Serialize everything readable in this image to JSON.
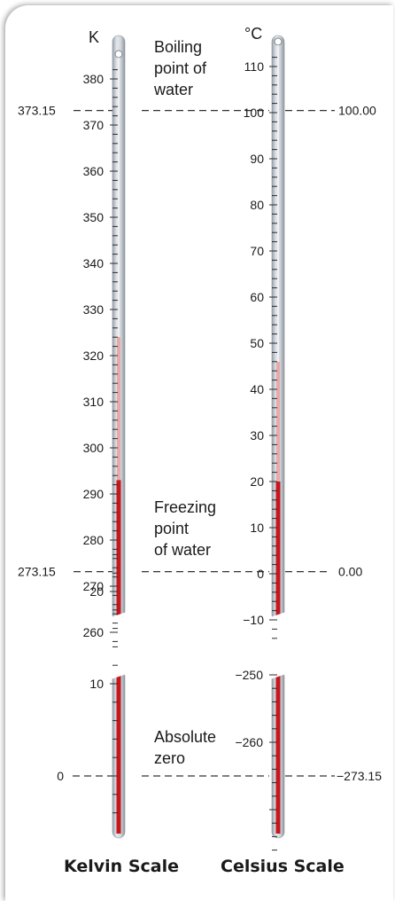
{
  "kelvin": {
    "unit": "K",
    "upper_ticks": [
      "380",
      "370",
      "360",
      "350",
      "340",
      "330",
      "320",
      "310",
      "300",
      "290",
      "280",
      "270",
      "260"
    ],
    "lower_ticks": [
      "20",
      "10",
      "0"
    ],
    "boiling_value": "373.15",
    "freezing_value": "273.15",
    "title": "Kelvin Scale"
  },
  "celsius": {
    "unit": "°C",
    "upper_ticks": [
      "110",
      "100",
      "90",
      "80",
      "70",
      "60",
      "50",
      "40",
      "30",
      "20",
      "10",
      "0",
      "−10"
    ],
    "lower_ticks": [
      "−250",
      "−260"
    ],
    "boiling_value": "100.00",
    "freezing_value": "0.00",
    "absolute_value": "−273.15",
    "title": "Celsius Scale"
  },
  "annotations": {
    "boiling": [
      "Boiling",
      "point of",
      "water"
    ],
    "freezing": [
      "Freezing",
      "point",
      "of water"
    ],
    "absolute": [
      "Absolute",
      "zero"
    ]
  },
  "colors": {
    "mercury": "#c8161d",
    "mercury_light": "#e9a9a9",
    "tube": "#b5bcc4",
    "tick": "#2a2a2a",
    "dash": "#333333"
  },
  "readings": {
    "kelvin_level_K": 293,
    "celsius_level_C": 20
  }
}
